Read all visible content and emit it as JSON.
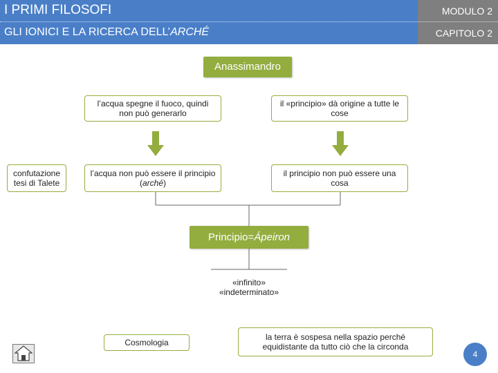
{
  "header": {
    "title": "I PRIMI FILOSOFI",
    "subtitle_prefix": "GLI IONICI E LA RICERCA DELL’",
    "subtitle_italic": "ARCHÉ",
    "module": "MODULO 2",
    "chapter": "CAPITOLO 2"
  },
  "diagram": {
    "philosopher": "Anassimandro",
    "left_top": "l’acqua spegne il fuoco, quindi non può generarlo",
    "right_top": "il «principio» dà origine a tutte le cose",
    "refutation": "confutazione tesi di Talete",
    "left_mid_prefix": "l’acqua non può essere il principio (",
    "left_mid_italic": "arché",
    "left_mid_suffix": ")",
    "right_mid": "il principio non può essere una cosa",
    "principle_prefix": "Principio=",
    "principle_italic": "Ápeiron",
    "attr_1": "«infinito»",
    "attr_2": "«indeterminato»",
    "cosmology": "Cosmologia",
    "earth": "la terra è sospesa nella spazio perché equidistante da tutto ciò che la circonda"
  },
  "footer": {
    "page_number": "4",
    "home_icon": "home-icon"
  },
  "colors": {
    "header_blue": "#4a7fc8",
    "header_gray": "#7f7f7f",
    "green": "#93ad3f"
  }
}
